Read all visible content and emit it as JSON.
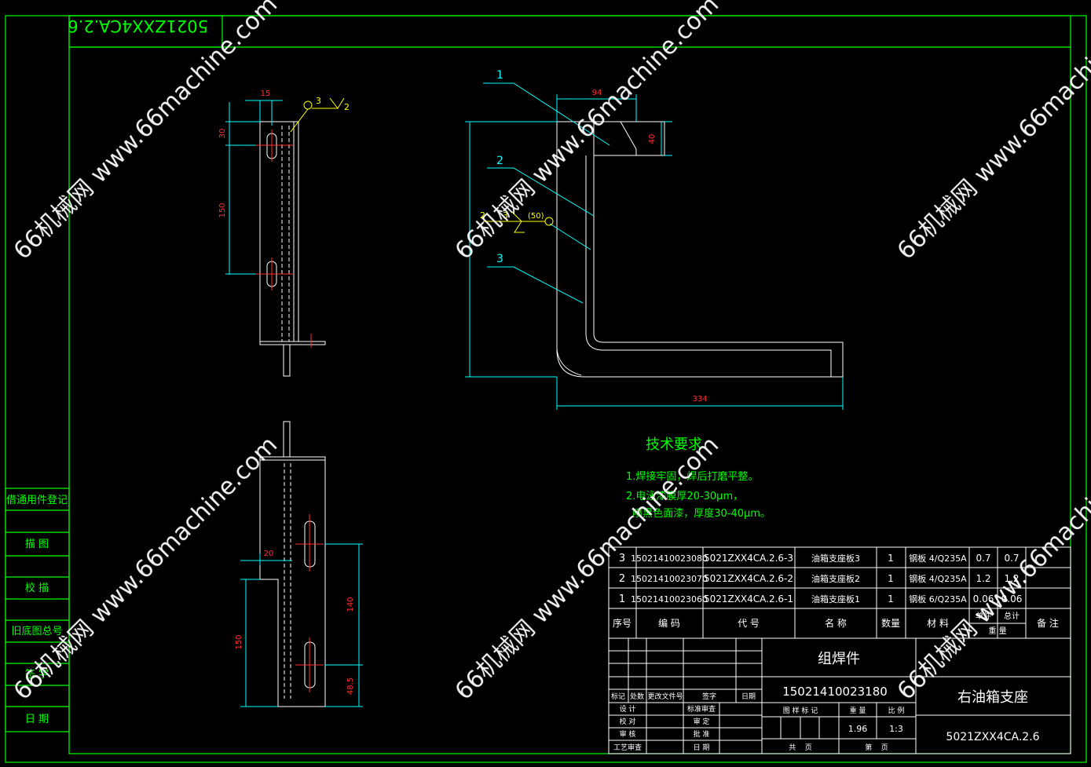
{
  "drawing_number_rotated": "5021ZXX4CA.2.6",
  "left_strip": [
    "借通用件登记",
    "描  图",
    "校  描",
    "旧底图总号",
    "签  字",
    "日  期"
  ],
  "dims": {
    "side_15": "15",
    "side_30": "30",
    "side_150": "150",
    "top_94": "94",
    "top_40": "40",
    "top_334": "334",
    "top_50": "(50)",
    "bot_20": "20",
    "bot_140": "140",
    "bot_150": "150",
    "bot_485": "48.5"
  },
  "weld": {
    "w1": "3",
    "w2": "2",
    "w3": "3",
    "w4": "Z"
  },
  "leaders": [
    "1",
    "2",
    "3"
  ],
  "tech": {
    "title": "技术要求",
    "lines": [
      "1.焊接牢固，焊后打磨平整。",
      "2.电泳漆膜厚20-30μm，",
      "  喷黑色面漆，厚度30-40μm。"
    ]
  },
  "bom": [
    {
      "no": "3",
      "code": "15021410023080",
      "drawing": "5021ZXX4CA.2.6-3",
      "name": "油箱支座板3",
      "qty": "1",
      "mat": "钢板 4/Q235A",
      "unit": "0.7",
      "total": "0.7"
    },
    {
      "no": "2",
      "code": "15021410023070",
      "drawing": "5021ZXX4CA.2.6-2",
      "name": "油箱支座板2",
      "qty": "1",
      "mat": "钢板 4/Q235A",
      "unit": "1.2",
      "total": "1.2"
    },
    {
      "no": "1",
      "code": "15021410023060",
      "drawing": "5021ZXX4CA.2.6-1",
      "name": "油箱支座板1",
      "qty": "1",
      "mat": "钢板 6/Q235A",
      "unit": "0.06",
      "total": "0.06"
    }
  ],
  "bom_header": {
    "no": "序号",
    "code": "编  码",
    "drawing": "代  号",
    "name": "名  称",
    "qty": "数量",
    "mat": "材  料",
    "unit": "单件",
    "total": "总计",
    "weight": "重  量",
    "remark": "备 注"
  },
  "title_block": {
    "type": "组焊件",
    "code": "15021410023180",
    "name": "右油箱支座",
    "drawing_no": "5021ZXX4CA.2.6",
    "weight": "1.96",
    "scale": "1:3",
    "labels": {
      "mark": "标记",
      "count": "处数",
      "change_doc": "更改文件号",
      "sign": "签字",
      "date": "日期",
      "design": "设  计",
      "check": "校  对",
      "review": "审  核",
      "process": "工艺审查",
      "std": "标准审查",
      "audit": "审  定",
      "approve": "批  准",
      "date2": "日  期",
      "stage": "图 样 标 记",
      "weight_l": "重  量",
      "scale_l": "比  例",
      "total_pages": "共    页",
      "page": "第    页"
    }
  },
  "watermark": "66机械网 www.66machine.com"
}
